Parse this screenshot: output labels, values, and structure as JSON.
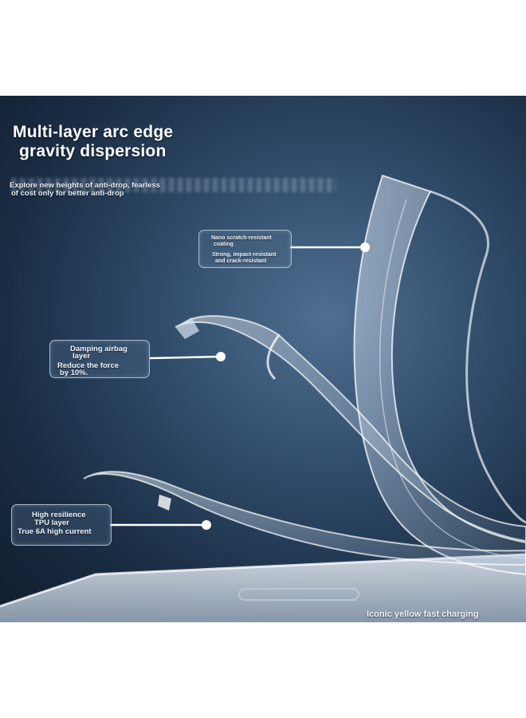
{
  "title": {
    "line1": "Multi-layer arc edge",
    "line2": "gravity dispersion"
  },
  "subtitle": {
    "line1": "Explore new heights of anti-drop, fearless",
    "line2": "of cost only for better anti-drop"
  },
  "callouts": {
    "top": {
      "line1": "Nano scratch-resistant",
      "line2": "coating",
      "line3": "Strong, impact-resistant",
      "line4": "and crack-resistant"
    },
    "middle": {
      "line1": "Damping airbag",
      "line2": "layer",
      "line3": "Reduce the force",
      "line4": "by 10%."
    },
    "bottom": {
      "line1": "High resilience",
      "line2": "TPU layer",
      "line3": "True 6A high current"
    }
  },
  "footer": {
    "text": "Iconic yellow fast charging"
  },
  "colors": {
    "background_dark": "#101d2e",
    "background_mid": "#2e4a68",
    "highlight": "#ffffff",
    "text": "#eef3f9"
  }
}
